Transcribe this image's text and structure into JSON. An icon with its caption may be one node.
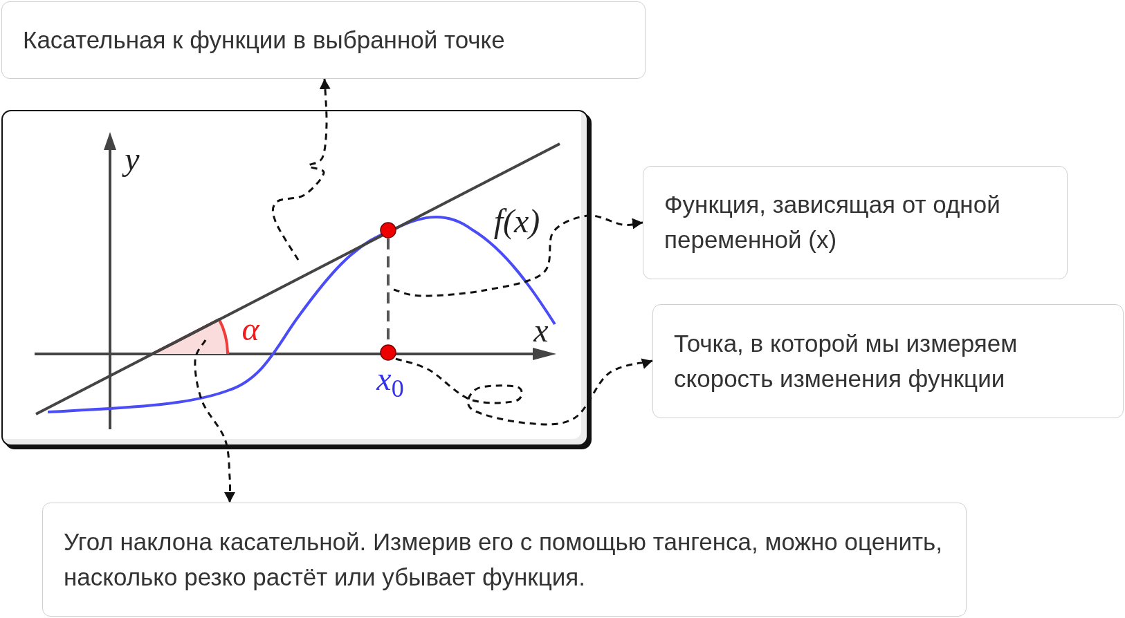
{
  "diagram": {
    "nodes": [
      {
        "text": [
          "Касательная к функции в выбранной точке"
        ]
      },
      {
        "text": [],
        "shape": "wedge",
        "beside": [
          "α"
        ]
      },
      {
        "text": [],
        "shape": "circle"
      },
      {
        "text": [],
        "shape": "circle"
      },
      {
        "text": [
          "Функция, зависящая от одной переменной (x)"
        ]
      },
      {
        "text": [
          "Точка, в которой мы измеряем скорость изменения функции"
        ]
      },
      {
        "text": [
          "Угол наклона касательной. Измерив его с помощью тангенса, можно оценить, насколько резко растёт или убывает функция."
        ]
      }
    ],
    "edges": [
      {
        "from": null,
        "to": 0,
        "arrow": "to",
        "style": "dashed"
      },
      {
        "from": null,
        "to": 4,
        "arrow": "to",
        "style": "dashed"
      },
      {
        "from": 3,
        "to": 5,
        "arrow": "to",
        "style": "dashed"
      },
      {
        "from": 1,
        "to": 6,
        "arrow": "to",
        "style": "dashed"
      },
      {
        "from": 2,
        "to": 3,
        "arrow": "none",
        "style": "dashed",
        "color": "#555555"
      }
    ],
    "labels": [
      "y",
      "f(x)",
      "x",
      "x$_{0}$"
    ]
  }
}
